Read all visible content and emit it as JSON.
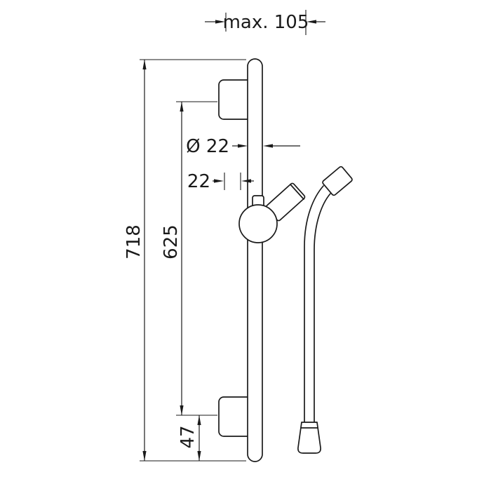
{
  "drawing": {
    "title": "Shower rail technical dimension drawing",
    "colors": {
      "line": "#1a1a1a",
      "background": "#ffffff"
    },
    "dimensions": {
      "max_width": "max. 105",
      "overall_length": "718",
      "hole_spacing": "625",
      "rail_diameter": "Ø 22",
      "grip_offset": "22",
      "bottom_offset": "47"
    }
  }
}
